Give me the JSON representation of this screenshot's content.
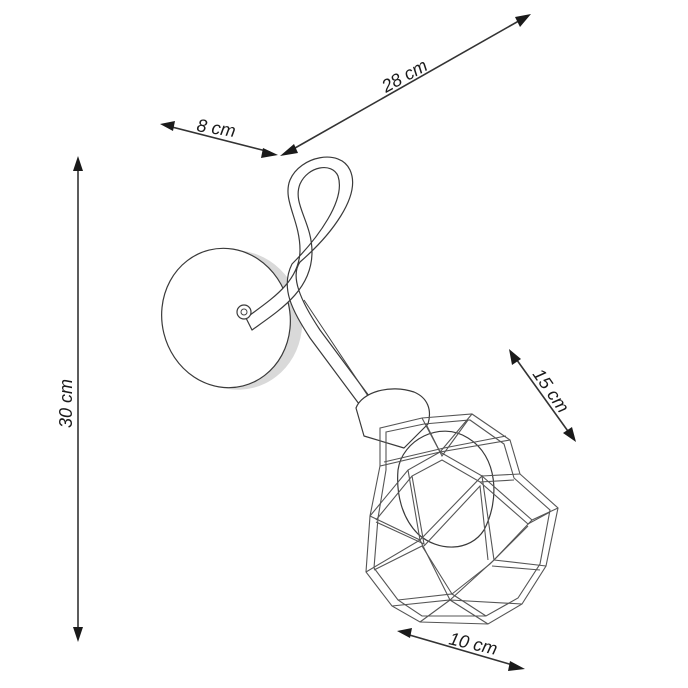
{
  "dimensions": {
    "top_width": "28 cm",
    "base_depth": "8 cm",
    "height": "30 cm",
    "shade_height": "15 cm",
    "shade_width": "10 cm"
  },
  "colors": {
    "line": "#333333",
    "text": "#1a1a1a",
    "background": "#ffffff"
  }
}
